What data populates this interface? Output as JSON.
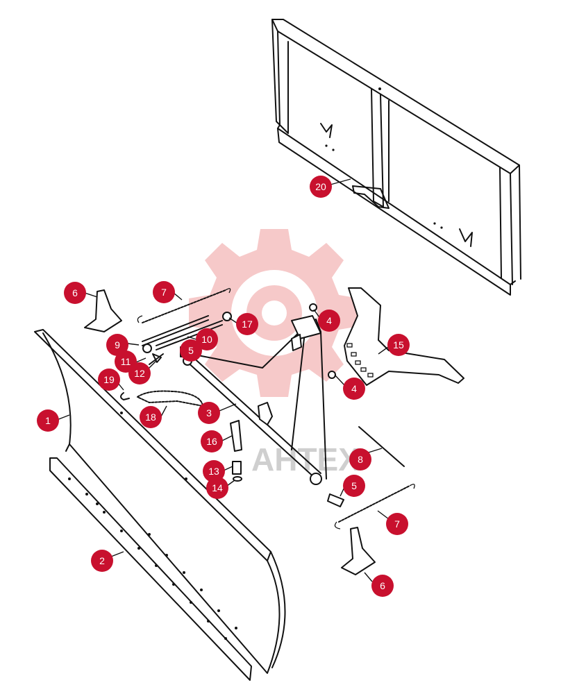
{
  "watermark": {
    "text": "АНТЕХ",
    "color": "#f6c9c9"
  },
  "badge_color": "#c8102e",
  "callouts": [
    "1",
    "2",
    "3",
    "4",
    "4",
    "5",
    "5",
    "6",
    "6",
    "7",
    "7",
    "8",
    "9",
    "10",
    "11",
    "12",
    "13",
    "14",
    "15",
    "16",
    "17",
    "18",
    "19",
    "20"
  ]
}
